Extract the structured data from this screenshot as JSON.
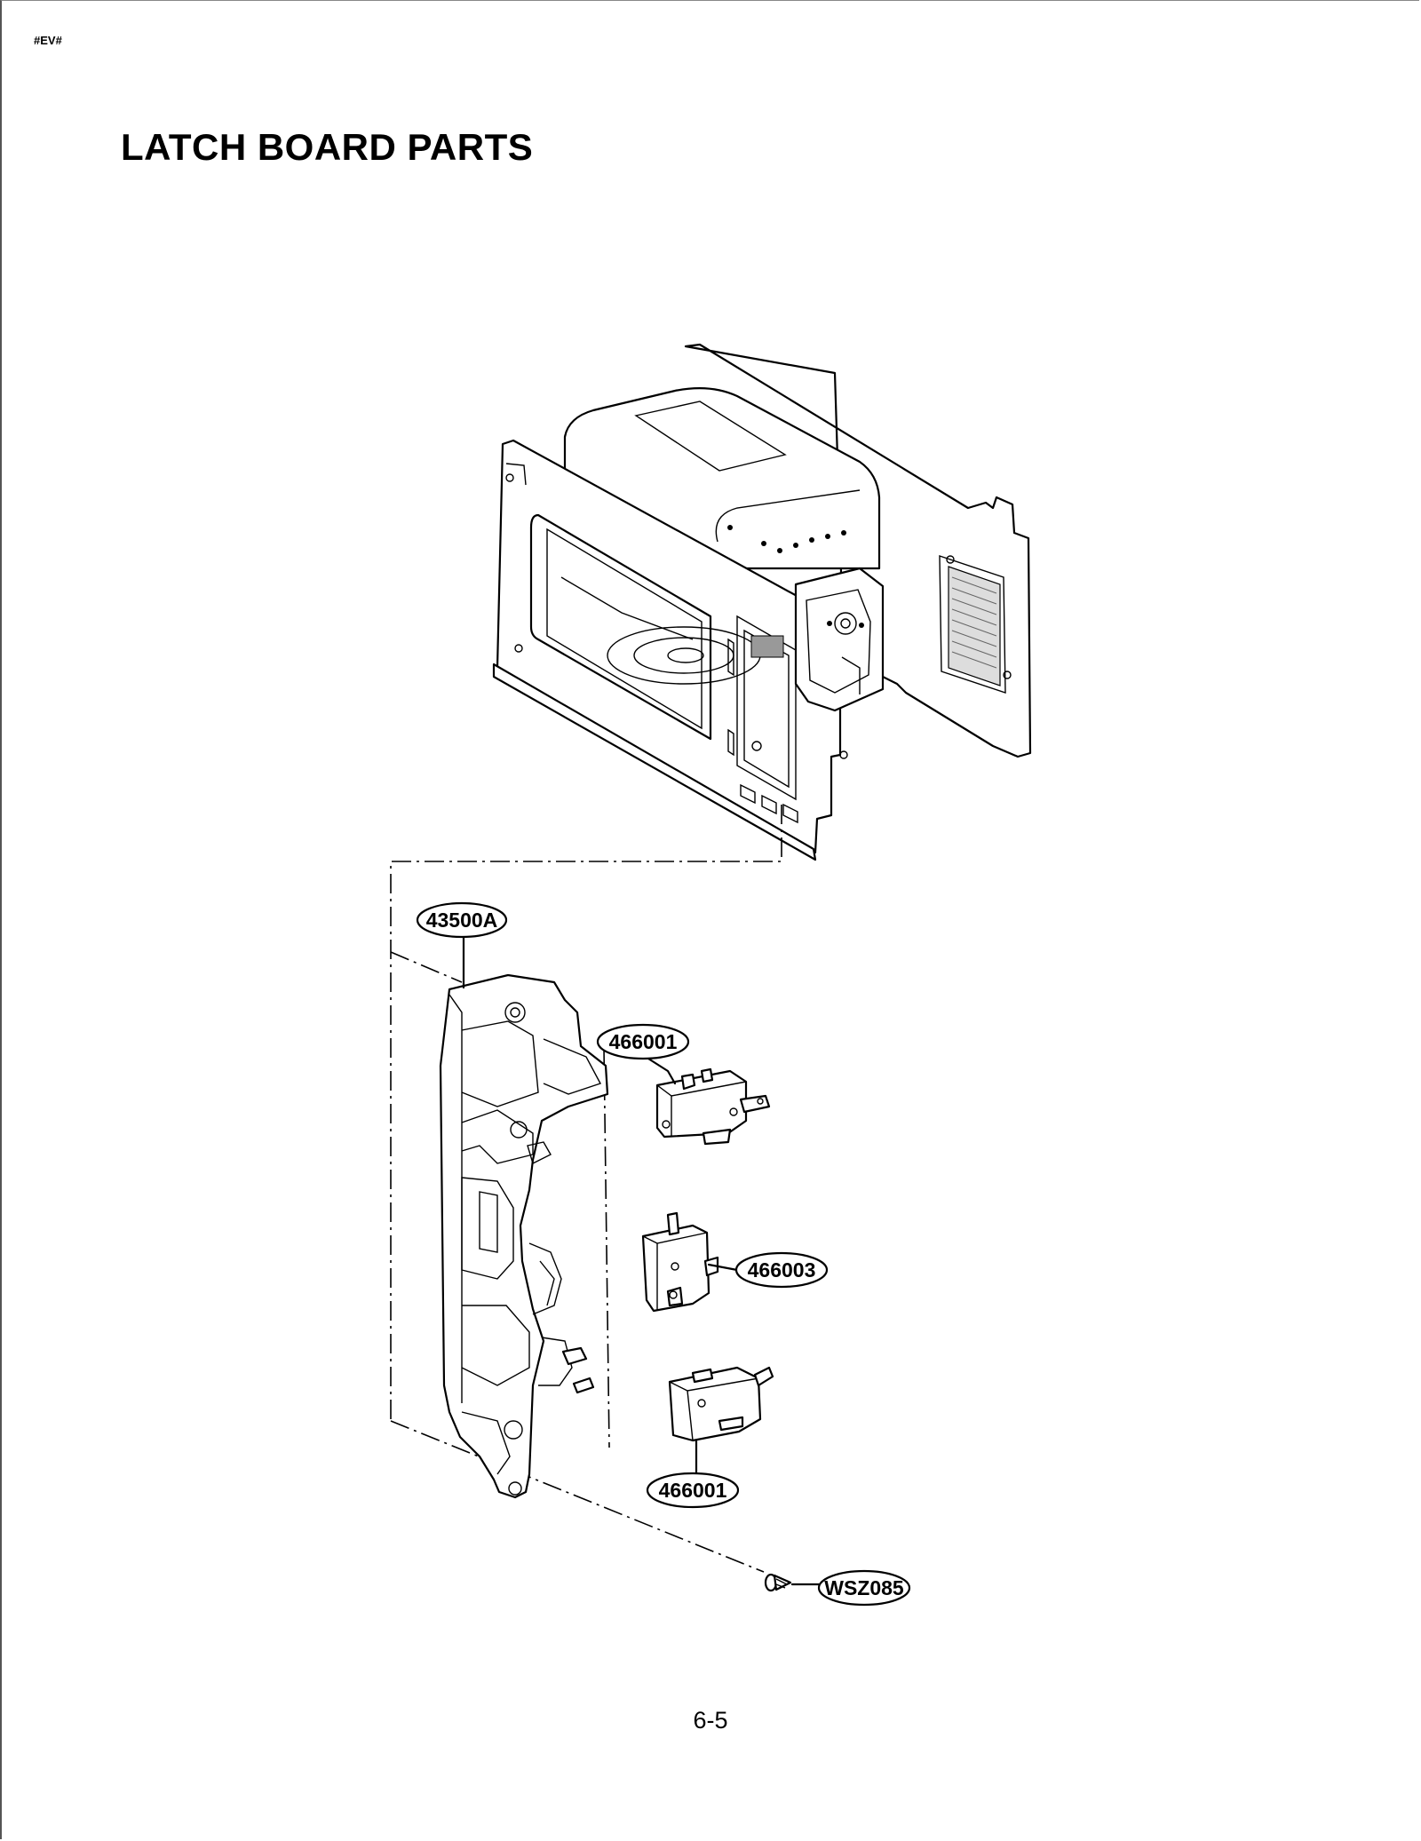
{
  "page": {
    "code": "#EV#",
    "title": "LATCH BOARD PARTS",
    "page_number": "6-5"
  },
  "parts": {
    "latch_board": "43500A",
    "switch_top": "466001",
    "switch_middle": "466003",
    "switch_bottom": "466001",
    "screw": "WSZ085"
  }
}
